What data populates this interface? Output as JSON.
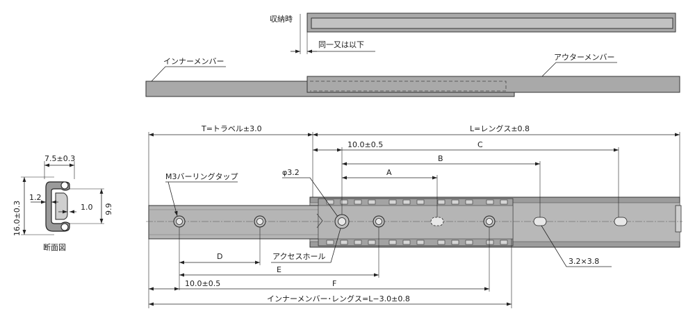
{
  "top_view": {
    "stored_label": "収納時",
    "same_or_less_label": "同一又は以下",
    "inner_member_label": "インナーメンバー",
    "outer_member_label": "アウターメンバー"
  },
  "cross_section": {
    "width_label": "7.5±0.3",
    "height_label": "16.0±0.3",
    "left_gap_label": "1.2",
    "inner_gap_label": "1.0",
    "inner_height_label": "9.9",
    "caption": "断面図"
  },
  "side_view": {
    "travel_label": "T=トラベル±3.0",
    "length_label": "L=レングス±0.8",
    "pitch_top_label": "10.0±0.5",
    "dim_c_label": "C",
    "dim_b_label": "B",
    "dim_a_label": "A",
    "hole_dia_label": "φ3.2",
    "tap_label": "M3バーリングタップ",
    "dim_d_label": "D",
    "access_hole_label": "アクセスホール",
    "dim_e_label": "E",
    "slot_label": "3.2×3.8",
    "pitch_bottom_label": "10.0±0.5",
    "dim_f_label": "F",
    "inner_length_label": "インナーメンバー･レングス=L−3.0±0.8"
  }
}
